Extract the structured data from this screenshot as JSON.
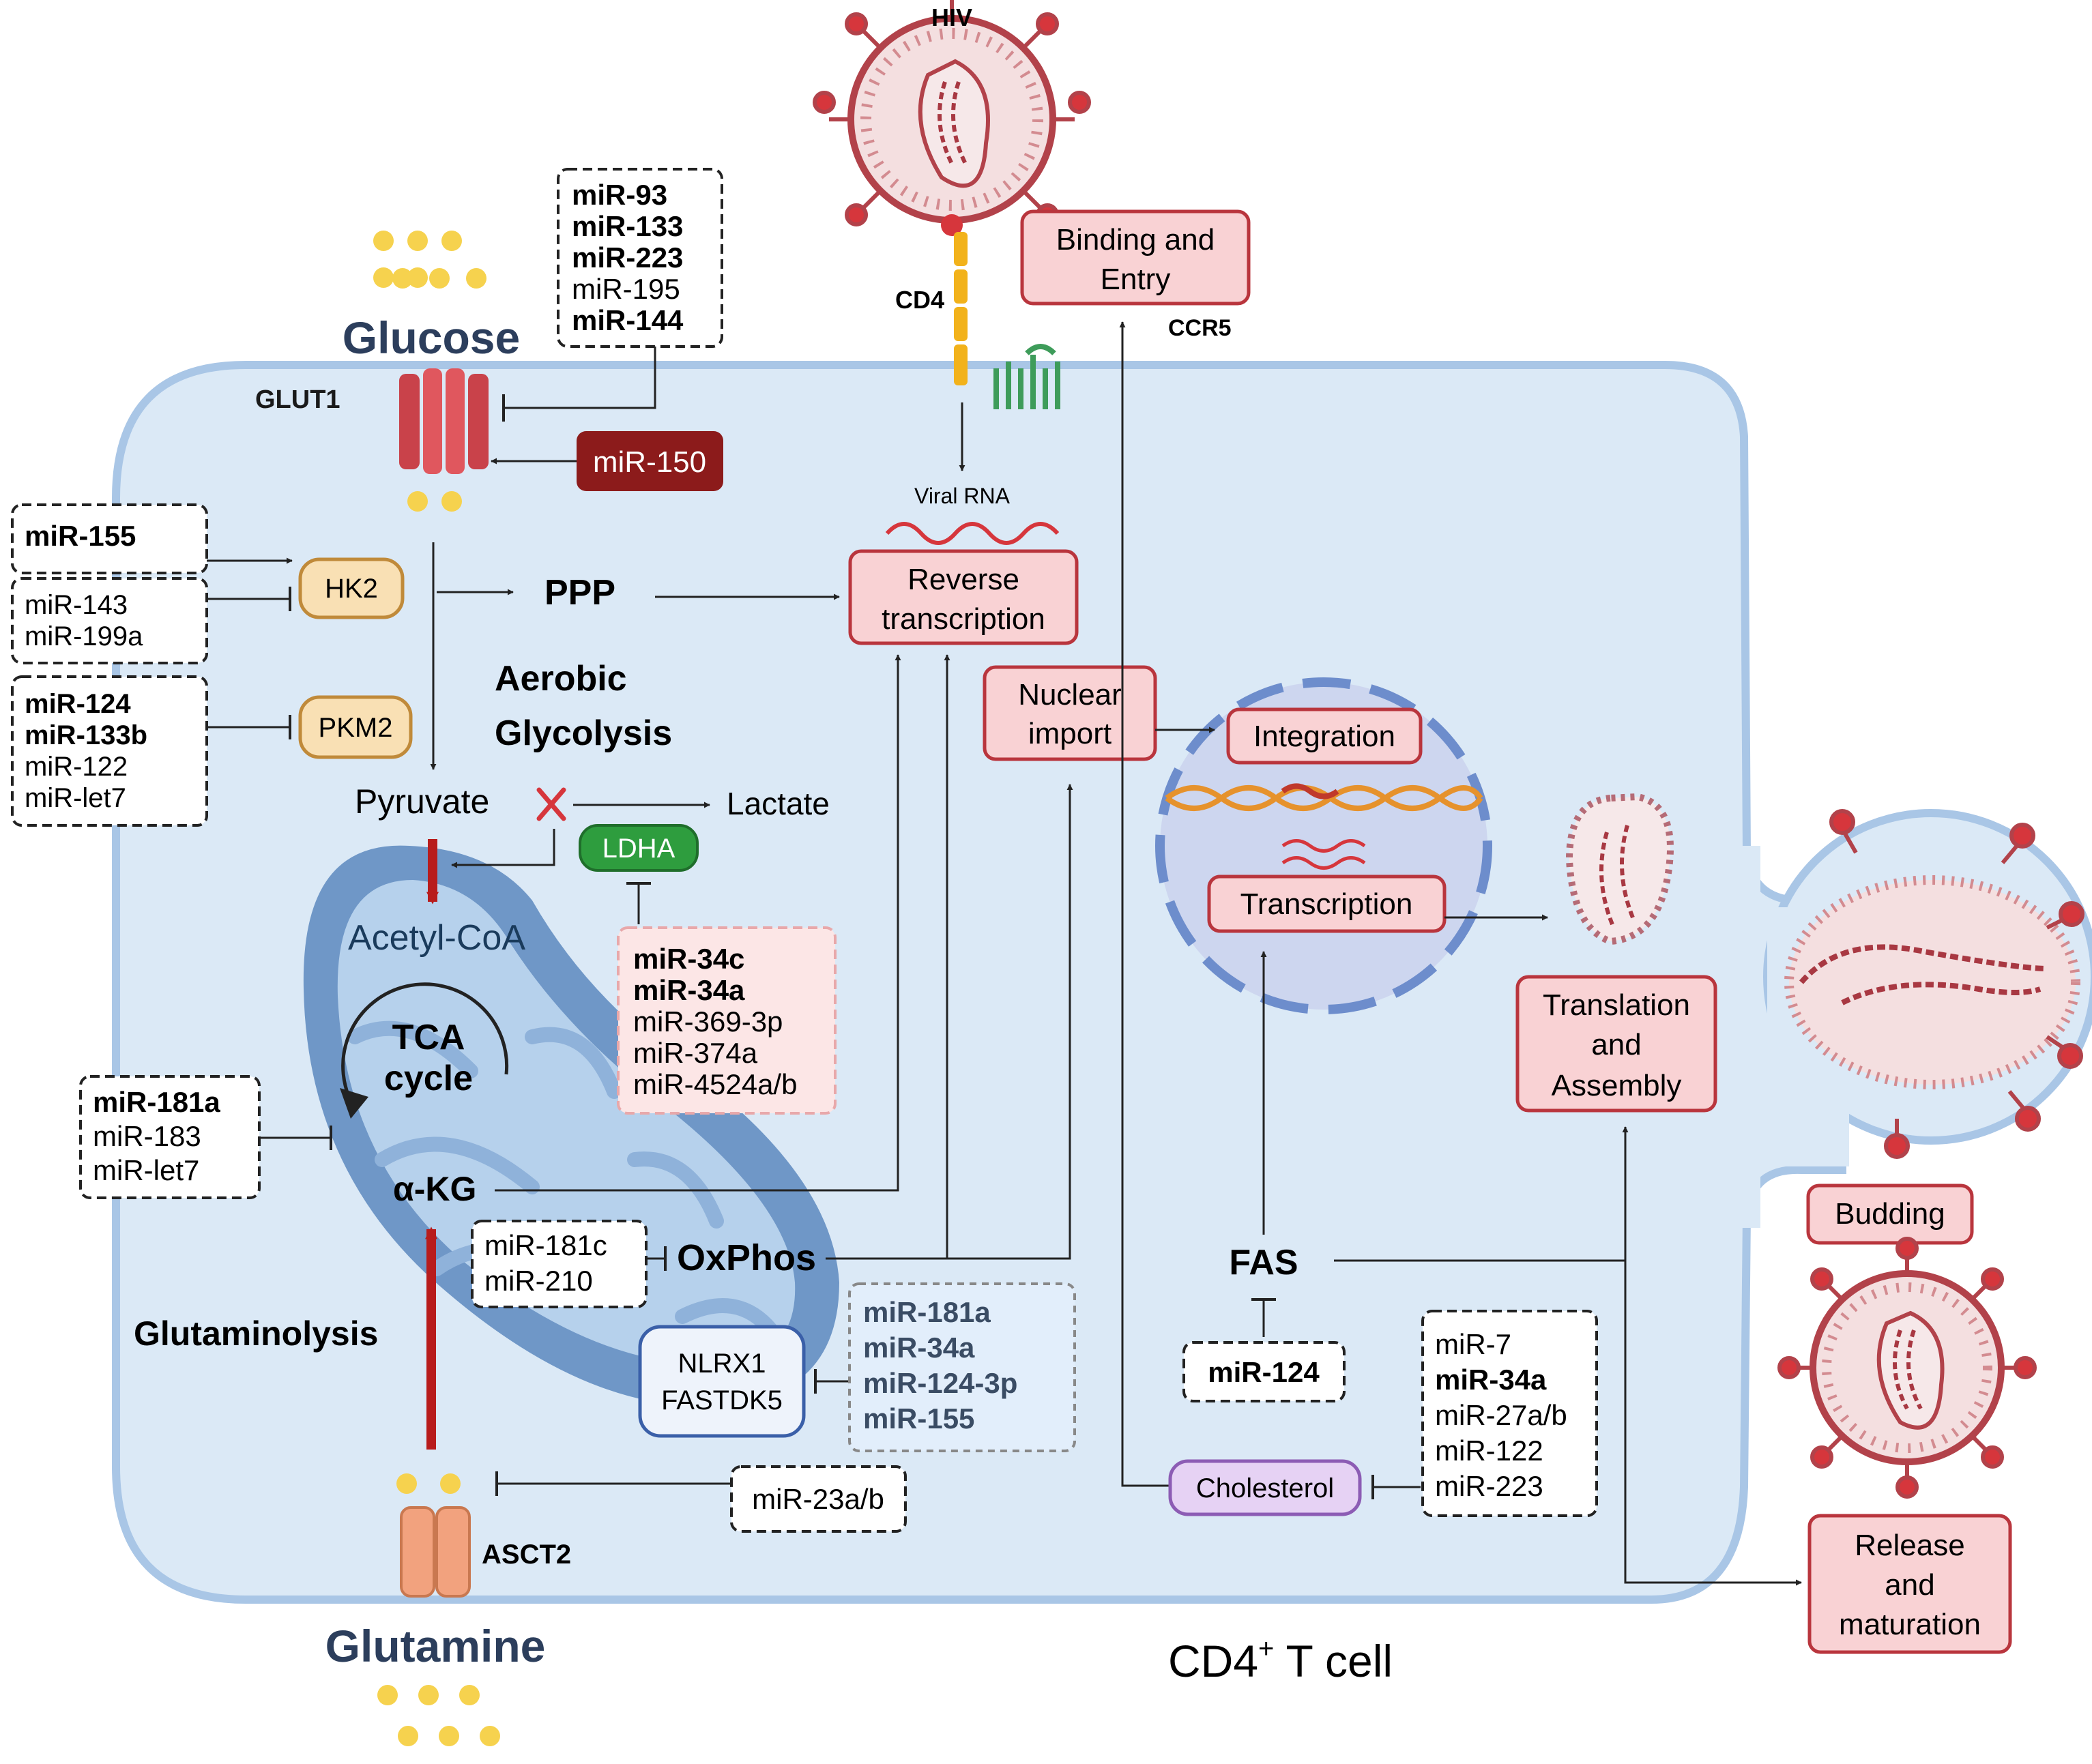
{
  "labels": {
    "hiv": "HIV",
    "cd4": "CD4",
    "ccr5": "CCR5",
    "glucose": "Glucose",
    "glut1": "GLUT1",
    "viral_rna": "Viral RNA",
    "ppp": "PPP",
    "aerobic_glycolysis_1": "Aerobic",
    "aerobic_glycolysis_2": "Glycolysis",
    "pyruvate": "Pyruvate",
    "lactate": "Lactate",
    "acetyl_coa": "Acetyl-CoA",
    "tca_1": "TCA",
    "tca_2": "cycle",
    "akg": "α-KG",
    "oxphos": "OxPhos",
    "glutaminolysis": "Glutaminolysis",
    "asct2": "ASCT2",
    "glutamine": "Glutamine",
    "fas": "FAS",
    "cell_name": "CD4",
    "cell_sup": "+",
    "cell_suffix": " T cell"
  },
  "enzymes": {
    "hk2": "HK2",
    "pkm2": "PKM2",
    "ldha": "LDHA",
    "nlrx1": "NLRX1",
    "fastdk5": "FASTDK5",
    "cholesterol": "Cholesterol"
  },
  "steps": {
    "binding_1": "Binding and",
    "binding_2": "Entry",
    "reverse_1": "Reverse",
    "reverse_2": "transcription",
    "nuclear_1": "Nuclear",
    "nuclear_2": "import",
    "integration": "Integration",
    "transcription": "Transcription",
    "translation_1": "Translation",
    "translation_2": "and",
    "translation_3": "Assembly",
    "budding": "Budding",
    "release_1": "Release",
    "release_2": "and",
    "release_3": "maturation"
  },
  "mirna": {
    "glut1_box": [
      {
        "text": "miR-93",
        "bold": true
      },
      {
        "text": "miR-133",
        "bold": true
      },
      {
        "text": "miR-223",
        "bold": true
      },
      {
        "text": "miR-195",
        "bold": false
      },
      {
        "text": "miR-144",
        "bold": true
      }
    ],
    "mir150": "miR-150",
    "mir155": "miR-155",
    "hk2_box": [
      "miR-143",
      "miR-199a"
    ],
    "pkm2_box": [
      {
        "text": "miR-124",
        "bold": true
      },
      {
        "text": "miR-133b",
        "bold": true
      },
      {
        "text": "miR-122",
        "bold": false
      },
      {
        "text": "miR-let7",
        "bold": false
      }
    ],
    "ldha_box": [
      {
        "text": "miR-34c",
        "bold": true
      },
      {
        "text": "miR-34a",
        "bold": true
      },
      {
        "text": "miR-369-3p",
        "bold": false
      },
      {
        "text": "miR-374a",
        "bold": false
      },
      {
        "text": "miR-4524a/b",
        "bold": false
      }
    ],
    "tca_box": [
      {
        "text": "miR-181a",
        "bold": true
      },
      {
        "text": "miR-183",
        "bold": false
      },
      {
        "text": "miR-let7",
        "bold": false
      }
    ],
    "oxphos_box": [
      "miR-181c",
      "miR-210"
    ],
    "nlrx1_box": [
      "miR-181a",
      "miR-34a",
      "miR-124-3p",
      "miR-155"
    ],
    "asct2_box": "miR-23a/b",
    "fas_box": "miR-124",
    "cholesterol_box": [
      {
        "text": "miR-7",
        "bold": false
      },
      {
        "text": "miR-34a",
        "bold": true
      },
      {
        "text": "miR-27a/b",
        "bold": false
      },
      {
        "text": "miR-122",
        "bold": false
      },
      {
        "text": "miR-223",
        "bold": false
      }
    ]
  },
  "colors": {
    "cell_fill": "#dbe9f6",
    "cell_stroke": "#a9c6e6",
    "mito_outer": "#6f97c7",
    "mito_inner": "#b6d1ec",
    "step_fill": "#f9d2d4",
    "step_stroke": "#b9353d",
    "dark_red": "#8c1b1b",
    "glucose_text": "#2c3e5c",
    "enzyme_fill": "#f9e0b4",
    "enzyme_stroke": "#c08a3a",
    "ldha_fill": "#2e9d3e",
    "chol_fill": "#e6d2f4",
    "chol_stroke": "#8c5cb4",
    "nucleus_fill": "#cdd6ef",
    "nucleus_stroke": "#6d8dcc",
    "virus": "#d0626b"
  }
}
